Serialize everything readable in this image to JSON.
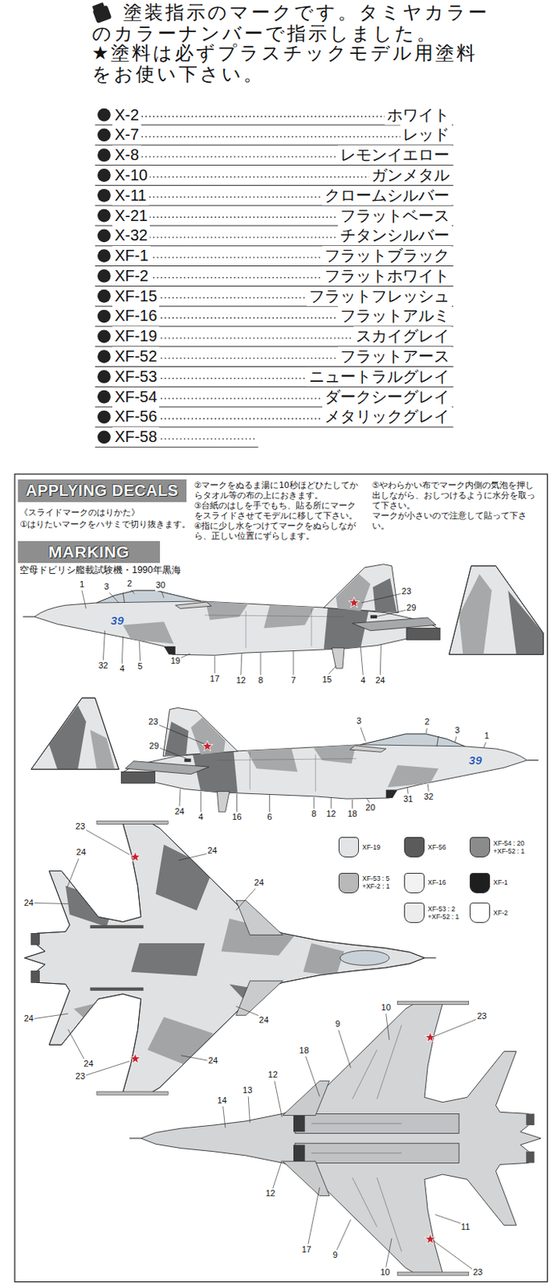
{
  "diagram": {
    "nodes": [
      {
        "text": [
          "APPLYING DECALS"
        ]
      },
      {
        "text": [
          "MARKING"
        ]
      }
    ],
    "labels": [
      "塗装指示のマークです。タミヤカラーのカラーナンバーで指示しました。",
      "★塗料は必ずプラスチックモデル用塗料をお使い下さい。",
      "X-2",
      "ホワイト",
      "X-7",
      "レッド",
      "X-8",
      "レモンイエロー",
      "X-10",
      "ガンメタル",
      "X-11",
      "クロームシルバー",
      "X-21",
      "フラットベース",
      "X-32",
      "チタンシルバー",
      "XF-1",
      "フラットブラック",
      "XF-2",
      "フラットホワイト",
      "XF-15",
      "フラットフレッシュ",
      "XF-16",
      "フラットアルミ",
      "XF-19",
      "スカイグレイ",
      "XF-52",
      "フラットアース",
      "XF-53",
      "ニュートラルグレイ",
      "XF-54",
      "ダークシーグレイ",
      "XF-56",
      "メタリックグレイ",
      "XF-58",
      "《スライドマークのはりかた》",
      "①はりたいマークをハサミで切り抜きます。",
      "②マークをぬるま湯に10秒ほどひたしてからタオル等の布の上におきます。",
      "③台紙のはしを手でもち、貼る所にマークをスライドさせてモデルに移して下さい。",
      "④指に少し水をつけてマークをぬらしながら、正しい位置にずらします。",
      "⑤やわらかい布でマーク内側の気泡を押し出しながら、おしつけるように水分を取って下さい。",
      "マークが小さいので注意して貼って下さい。",
      "空母ドビリシ艦載試験機・1990年黒海",
      "39",
      "39",
      "1",
      "3",
      "2",
      "30",
      "23",
      "29",
      "32",
      "4",
      "5",
      "19",
      "17",
      "12",
      "8",
      "7",
      "15",
      "4",
      "24",
      "23",
      "29",
      "3",
      "2",
      "3",
      "1",
      "24",
      "4",
      "16",
      "6",
      "31",
      "32",
      "8",
      "12",
      "18",
      "20",
      "23",
      "24",
      "24",
      "24",
      "24",
      "24",
      "24",
      "24",
      "23",
      "24",
      "10",
      "23",
      "9",
      "18",
      "12",
      "13",
      "14",
      "12",
      "17",
      "9",
      "11",
      "10",
      "23"
    ],
    "legend": [
      {
        "text": "XF-19",
        "color": "#e2e4e6"
      },
      {
        "text": "XF-56",
        "color": "#5b5b5b"
      },
      {
        "text": "XF-54 : 20 +XF-52 : 1",
        "color": "#8b8b8b"
      },
      {
        "text": "XF-53 : 5 +XF-2 : 1",
        "color": "#b9b9b9"
      },
      {
        "text": "XF-16",
        "color": "#f2f2f2"
      },
      {
        "text": "XF-1",
        "color": "#1e1e1e"
      },
      {
        "text": "XF-53 : 2 +XF-52 : 1",
        "color": "#ececec"
      },
      {
        "text": "XF-2",
        "color": "#ffffff"
      }
    ]
  }
}
